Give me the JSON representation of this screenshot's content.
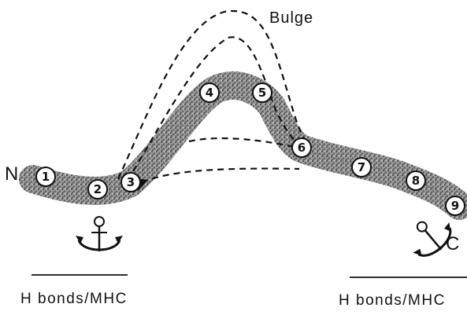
{
  "labels": {
    "n_terminus": "N",
    "c_terminus": "C",
    "bulge": "Bulge",
    "hbonds_left": "H bonds/MHC",
    "hbonds_right": "H bonds/MHC"
  },
  "residues": [
    "1",
    "2",
    "3",
    "4",
    "5",
    "6",
    "7",
    "8",
    "9"
  ],
  "icons": {
    "anchor_left": "anchor-icon",
    "anchor_right": "anchor-icon"
  },
  "colors": {
    "ink": "#111111",
    "background": "#ffffff",
    "backbone_fill": "#8c8c8c"
  }
}
